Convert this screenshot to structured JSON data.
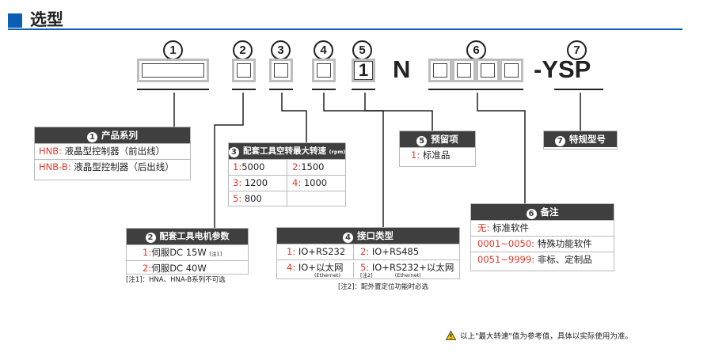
{
  "header": {
    "title": "选型"
  },
  "model": {
    "nums": [
      "1",
      "2",
      "3",
      "4",
      "5",
      "6",
      "7"
    ],
    "digit_one": "1",
    "letter_n": "N",
    "suffix": "-YSP"
  },
  "t1": {
    "num": "1",
    "title": "产品系列",
    "rows": [
      {
        "code": "HNB:",
        "desc": "液晶型控制器（前出线）"
      },
      {
        "code": "HNB-B:",
        "desc": "液晶型控制器（后出线）"
      }
    ]
  },
  "t2": {
    "num": "2",
    "title": "配套工具电机参数",
    "rows": [
      {
        "code": "1:",
        "desc": "伺服DC 15W",
        "note": "[注1]"
      },
      {
        "code": "2:",
        "desc": "伺服DC 40W"
      }
    ],
    "footnote": "[注1]：HNA、HNA-B系列不可选"
  },
  "t3": {
    "num": "3",
    "title": "配套工具空转最大转速",
    "unit": "(rpm)",
    "rows": [
      [
        {
          "code": "1:",
          "val": "5000"
        },
        {
          "code": "2:",
          "val": "1500"
        }
      ],
      [
        {
          "code": "3:",
          "val": "1200"
        },
        {
          "code": "4:",
          "val": "1000"
        }
      ],
      [
        {
          "code": "5:",
          "val": "800"
        }
      ]
    ]
  },
  "t4": {
    "num": "4",
    "title": "接口类型",
    "rows": [
      [
        {
          "code": "1:",
          "val": "IO+RS232"
        },
        {
          "code": "2:",
          "val": "IO+RS485"
        }
      ],
      [
        {
          "code": "4:",
          "val": "IO+以太网",
          "sub": "(Ethernet)"
        },
        {
          "code": "5:",
          "val": "IO+RS232+以太网",
          "sub": "(Ethernet)",
          "note": "[注2]"
        }
      ]
    ],
    "footnote": "[注2]：配外置定位功能时必选"
  },
  "t5": {
    "num": "5",
    "title": "预留项",
    "rows": [
      {
        "code": "1:",
        "desc": "标准品"
      }
    ]
  },
  "t6": {
    "num": "6",
    "title": "备注",
    "rows": [
      {
        "code": "无:",
        "desc": "标准软件"
      },
      {
        "code": "0001~0050:",
        "desc": "特殊功能软件"
      },
      {
        "code": "0051~9999:",
        "desc": "非标、定制品"
      }
    ]
  },
  "t7": {
    "num": "7",
    "title": "特规型号"
  },
  "warning": {
    "text": "以上\"最大转速\"值为参考值，具体以实际使用为准。"
  },
  "colors": {
    "accent": "#0b5fb2",
    "header_bg": "#3f3f3f",
    "code_red": "#e0392b",
    "warn_yellow": "#f2c200"
  }
}
